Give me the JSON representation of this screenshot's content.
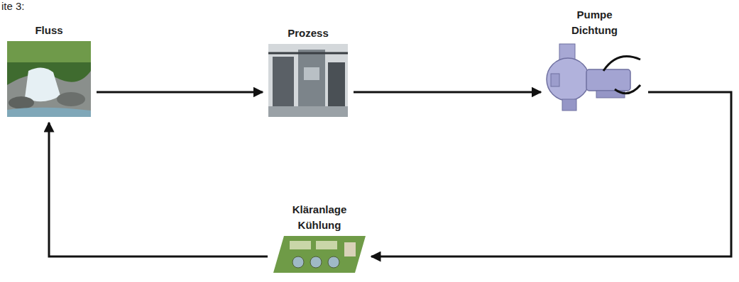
{
  "diagram": {
    "nodes": [
      {
        "text": [
          "Fluss"
        ]
      },
      {
        "text": [
          "Prozess"
        ]
      },
      {
        "text": [
          "Pumpe Dichtung"
        ]
      },
      {
        "text": [
          "Kläranlage Kühlung"
        ]
      }
    ],
    "edges": [
      {
        "from": 0,
        "to": 1,
        "arrow": "to"
      },
      {
        "from": 1,
        "to": 2,
        "arrow": "to"
      },
      {
        "from": 2,
        "to": 3,
        "arrow": "to"
      },
      {
        "from": 3,
        "to": 0,
        "arrow": "to"
      }
    ],
    "labels": [
      "ite 3:"
    ]
  }
}
